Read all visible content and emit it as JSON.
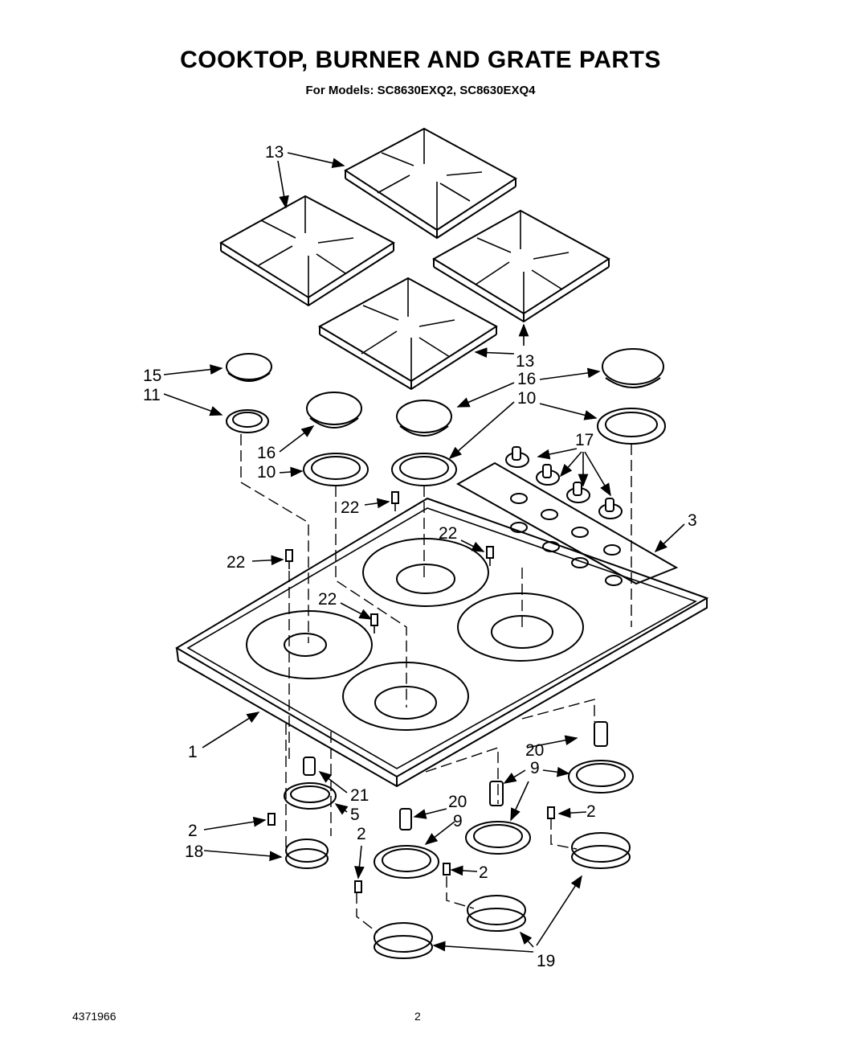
{
  "title": "COOKTOP, BURNER AND GRATE PARTS",
  "subtitle": "For Models: SC8630EXQ2, SC8630EXQ4",
  "footer": {
    "doc_number": "4371966",
    "page_number": "2"
  },
  "callouts": {
    "c1": "1",
    "c2a": "2",
    "c2b": "2",
    "c2c": "2",
    "c2d": "2",
    "c3": "3",
    "c5": "5",
    "c9a": "9",
    "c9b": "9",
    "c10a": "10",
    "c10b": "10",
    "c11": "11",
    "c13a": "13",
    "c13b": "13",
    "c15": "15",
    "c16a": "16",
    "c16b": "16",
    "c17": "17",
    "c18": "18",
    "c19": "19",
    "c20a": "20",
    "c20b": "20",
    "c21": "21",
    "c22a": "22",
    "c22b": "22",
    "c22c": "22",
    "c22d": "22"
  }
}
